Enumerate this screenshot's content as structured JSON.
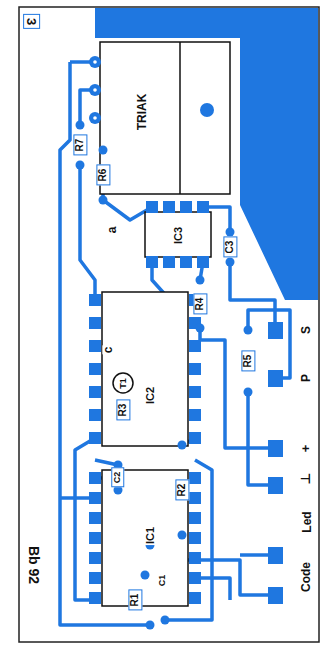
{
  "diagram": {
    "labels": [
      "3",
      "TRIAK",
      "R7",
      "R6",
      "a",
      "IC3",
      "C3",
      "c",
      "T1",
      "R4",
      "R3",
      "IC2",
      "R5",
      "C2",
      "R2",
      "IC1",
      "C1",
      "R1",
      "Bb 92",
      "Code",
      "Led",
      "⊥",
      "+",
      "P",
      "S"
    ]
  }
}
